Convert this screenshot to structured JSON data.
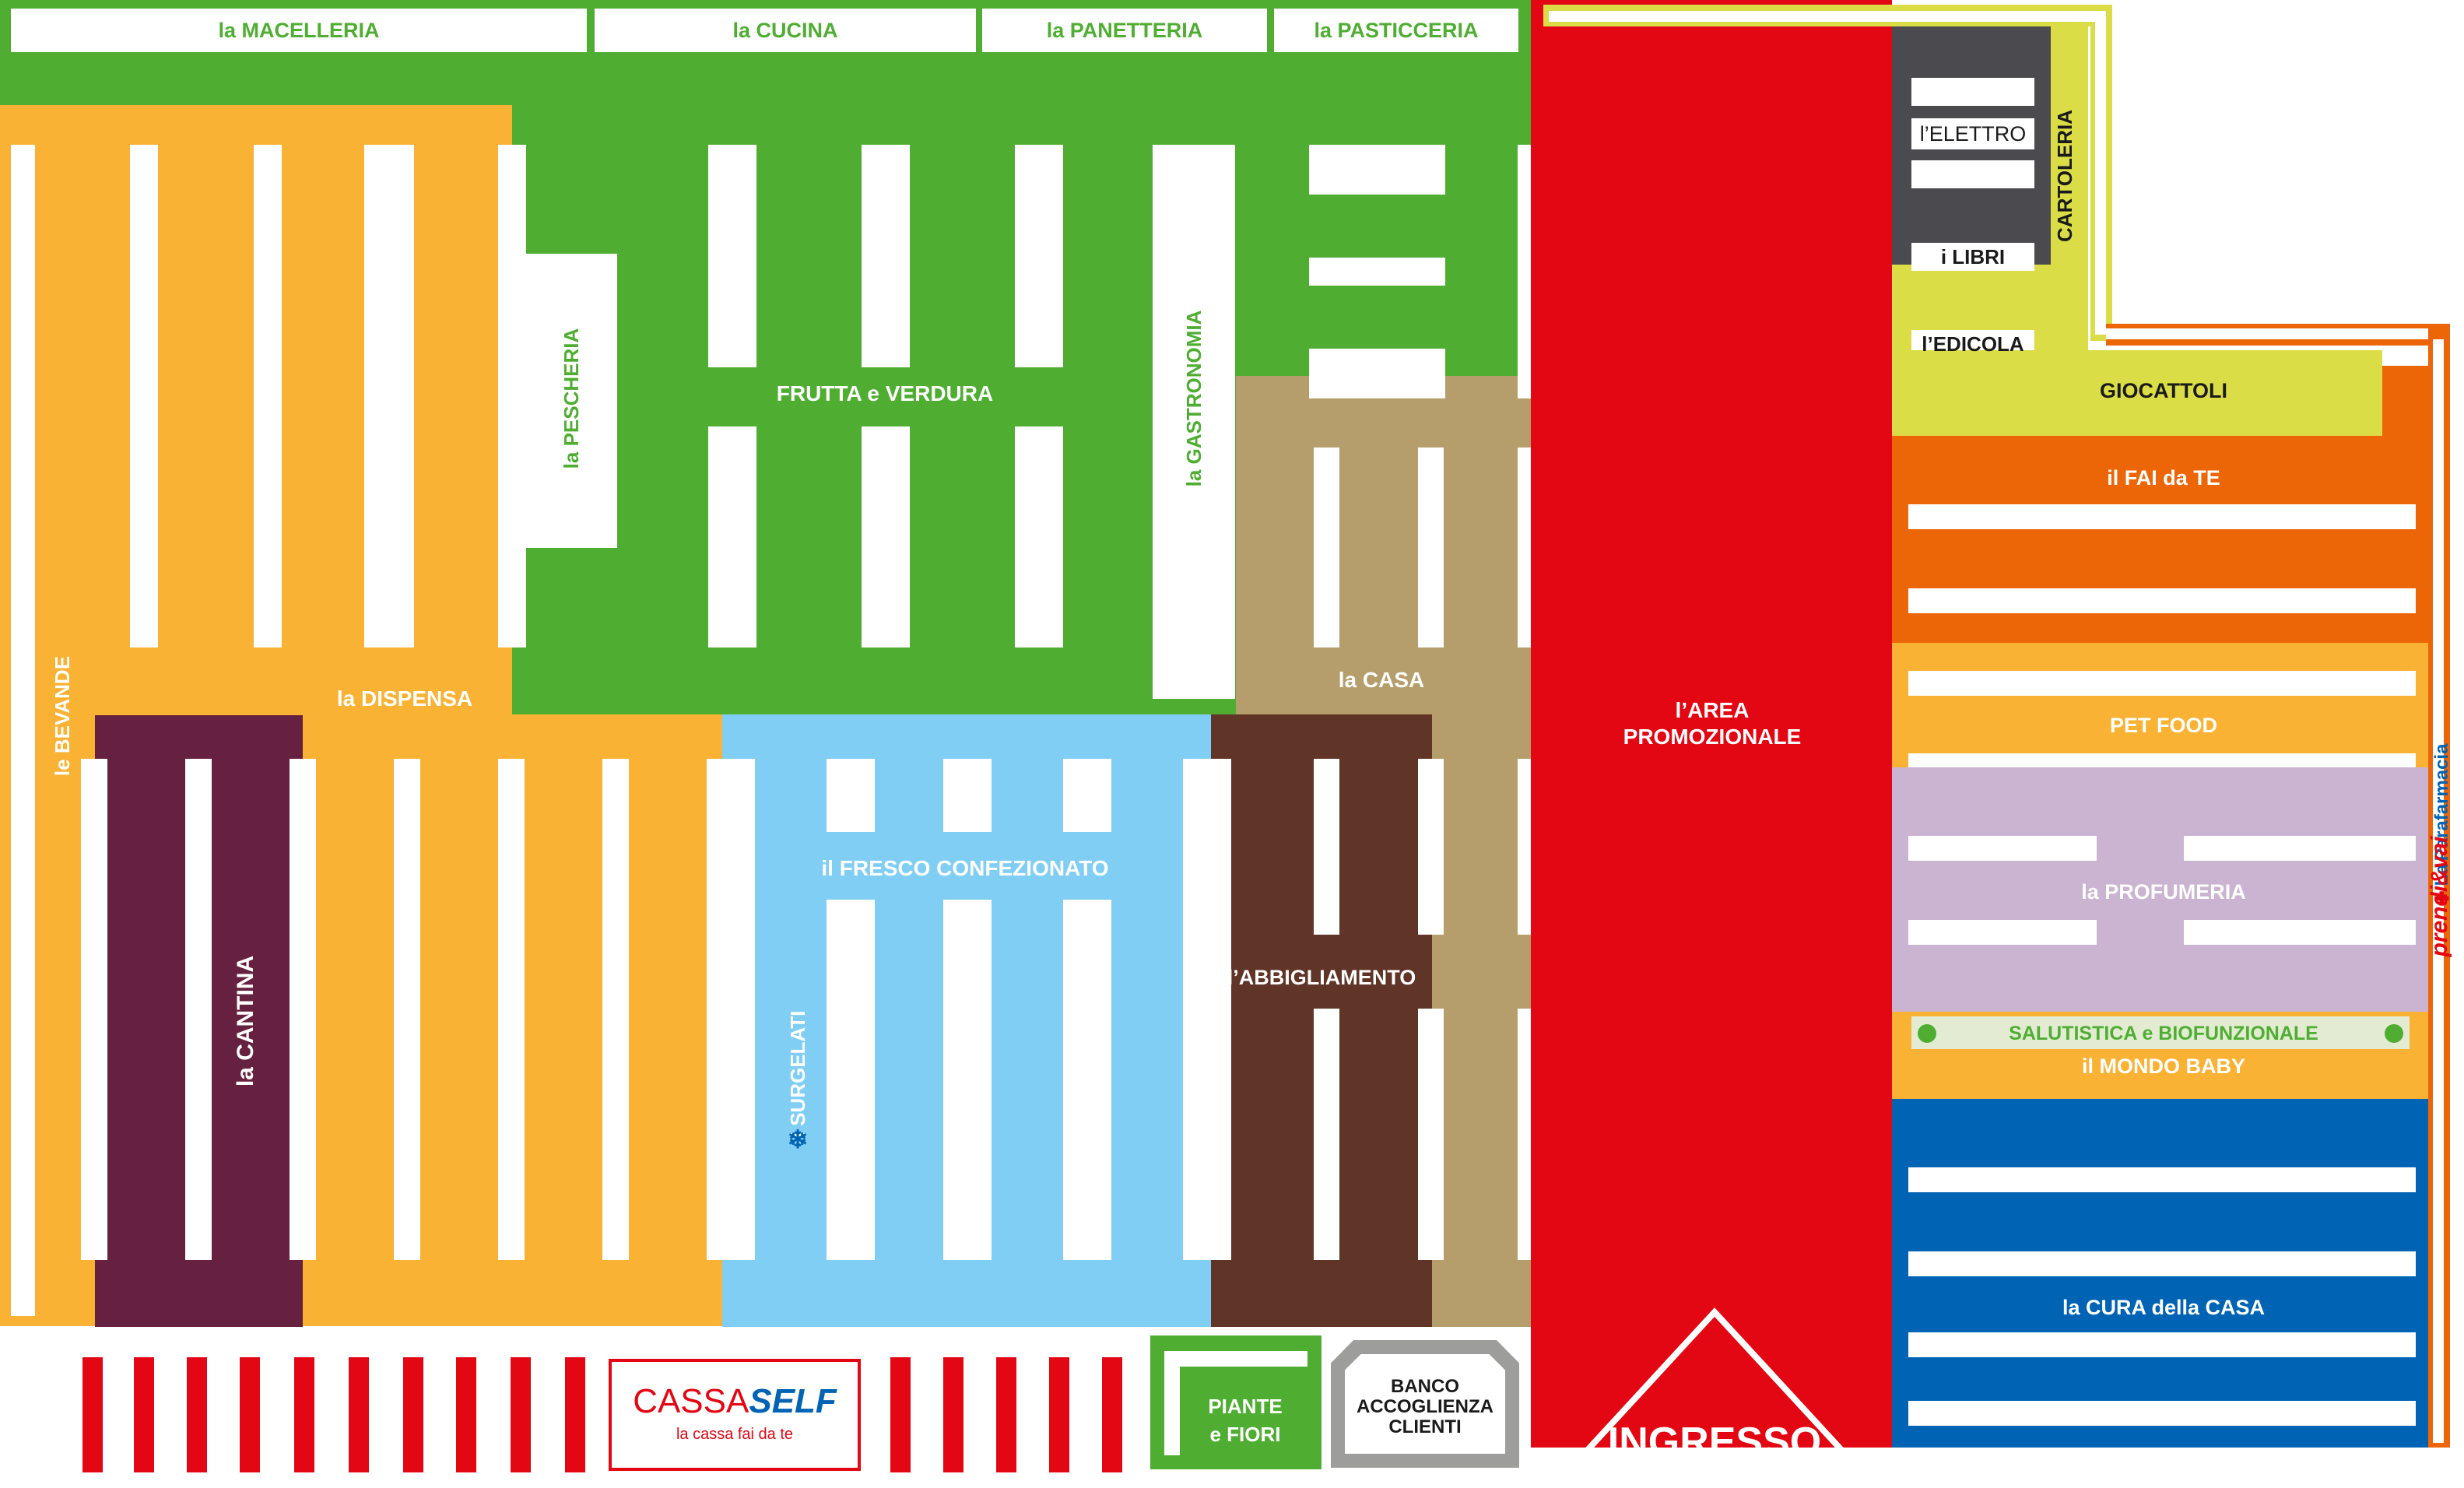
{
  "colors": {
    "green": "#4fae32",
    "orange": "#f9b233",
    "wine": "#662140",
    "lightblue": "#81cef4",
    "tan": "#b59e6b",
    "brown": "#603427",
    "red": "#e30613",
    "darkgray": "#4a4a4f",
    "yellow": "#dadd45",
    "darkorange": "#ec6608",
    "lilac": "#cbb3d2",
    "lightgreen": "#e3ecd3",
    "blue": "#0063b3",
    "gray": "#9d9d9c"
  },
  "top_counters": {
    "macelleria": "la MACELLERIA",
    "cucina": "la CUCINA",
    "panetteria": "la PANETTERIA",
    "pasticceria": "la PASTICCERIA"
  },
  "departments": {
    "bevande": "le BEVANDE",
    "dispensa": "la DISPENSA",
    "cantina": "la CANTINA",
    "pescheria": "la PESCHERIA",
    "frutta_verdura": "FRUTTA e VERDURA",
    "gastronomia": "la GASTRONOMIA",
    "casa": "la CASA",
    "fresco_confezionato": "il FRESCO CONFEZIONATO",
    "surgelati": "i SURGELATI",
    "abbigliamento": "l’ABBIGLIAMENTO",
    "area_promozionale": "l’AREA PROMOZIONALE",
    "elettro": "l’ELETTRO",
    "libri": "i LIBRI",
    "cartoleria": "CARTOLERIA",
    "edicola": "l’EDICOLA",
    "giocattoli": "GIOCATTOLI",
    "fai_da_te": "il FAI da TE",
    "pet_food": "PET FOOD",
    "profumeria": "la PROFUMERIA",
    "salutistica": "SALUTISTICA e BIOFUNZIONALE",
    "mondo_baby": "il MONDO BABY",
    "cura_casa": "la CURA della CASA"
  },
  "front": {
    "cassa_self_title_a": "CASSA",
    "cassa_self_title_b": "SELF",
    "cassa_self_tagline": "la cassa fai da te",
    "piante_fiori_a": "PIANTE",
    "piante_fiori_b": "e FIORI",
    "banco_a": "BANCO",
    "banco_b": "ACCOGLIENZA",
    "banco_c": "CLIENTI",
    "ingresso": "INGRESSO"
  },
  "parafarmacia": {
    "brand_prefix": "La",
    "brand_name": "Parafarmacia",
    "tagline": "prendi&vai"
  },
  "icons": {
    "surgelati": "snowflake-icon",
    "salutistica": "leaf-badge-icon",
    "parafarmacia": "pharmacy-cross-icon"
  }
}
